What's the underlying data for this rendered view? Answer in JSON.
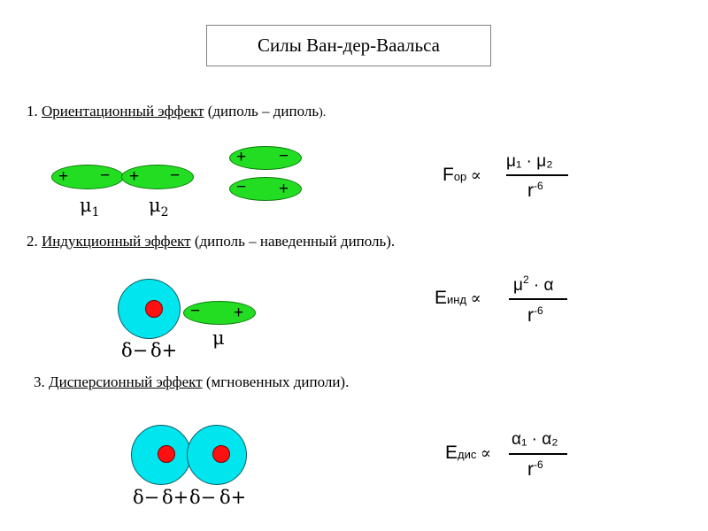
{
  "title": "Силы Ван-дер-Ваальса",
  "sections": [
    {
      "number": "1.",
      "name": "Ориентационный эффект",
      "detail": "(диполь – диполь",
      "tail": ")."
    },
    {
      "number": "2.",
      "name": "Индукционный эффект",
      "detail": "(диполь – наведенный диполь)."
    },
    {
      "number": "3.",
      "name": "Дисперсионный эффект",
      "detail": "(мгновенных диполи)."
    }
  ],
  "diagrams": {
    "plus": "+",
    "minus": "−",
    "mu": "μ",
    "mu1_sub": "1",
    "mu2_sub": "2",
    "delta_minus": "δ−",
    "delta_plus": "δ+"
  },
  "formulas": {
    "orient": {
      "lhs_sym": "F",
      "lhs_sub": "ор",
      "prop": "∝",
      "num": "μ₁ · μ₂",
      "den_base": "r",
      "den_exp": "-6"
    },
    "induct": {
      "lhs_sym": "E",
      "lhs_sub": "инд",
      "prop": "∝",
      "num_base": "μ",
      "num_exp": "2",
      "num_rest": " · α",
      "den_base": "r",
      "den_exp": "-6"
    },
    "disp": {
      "lhs_sym": "E",
      "lhs_sub": "дис",
      "prop": "∝",
      "num": "α₁ · α₂",
      "den_base": "r",
      "den_exp": "-6"
    }
  },
  "colors": {
    "dipole_fill": "#22dd22",
    "atom_fill": "#00e5ee",
    "nucleus_fill": "#ff1010"
  }
}
